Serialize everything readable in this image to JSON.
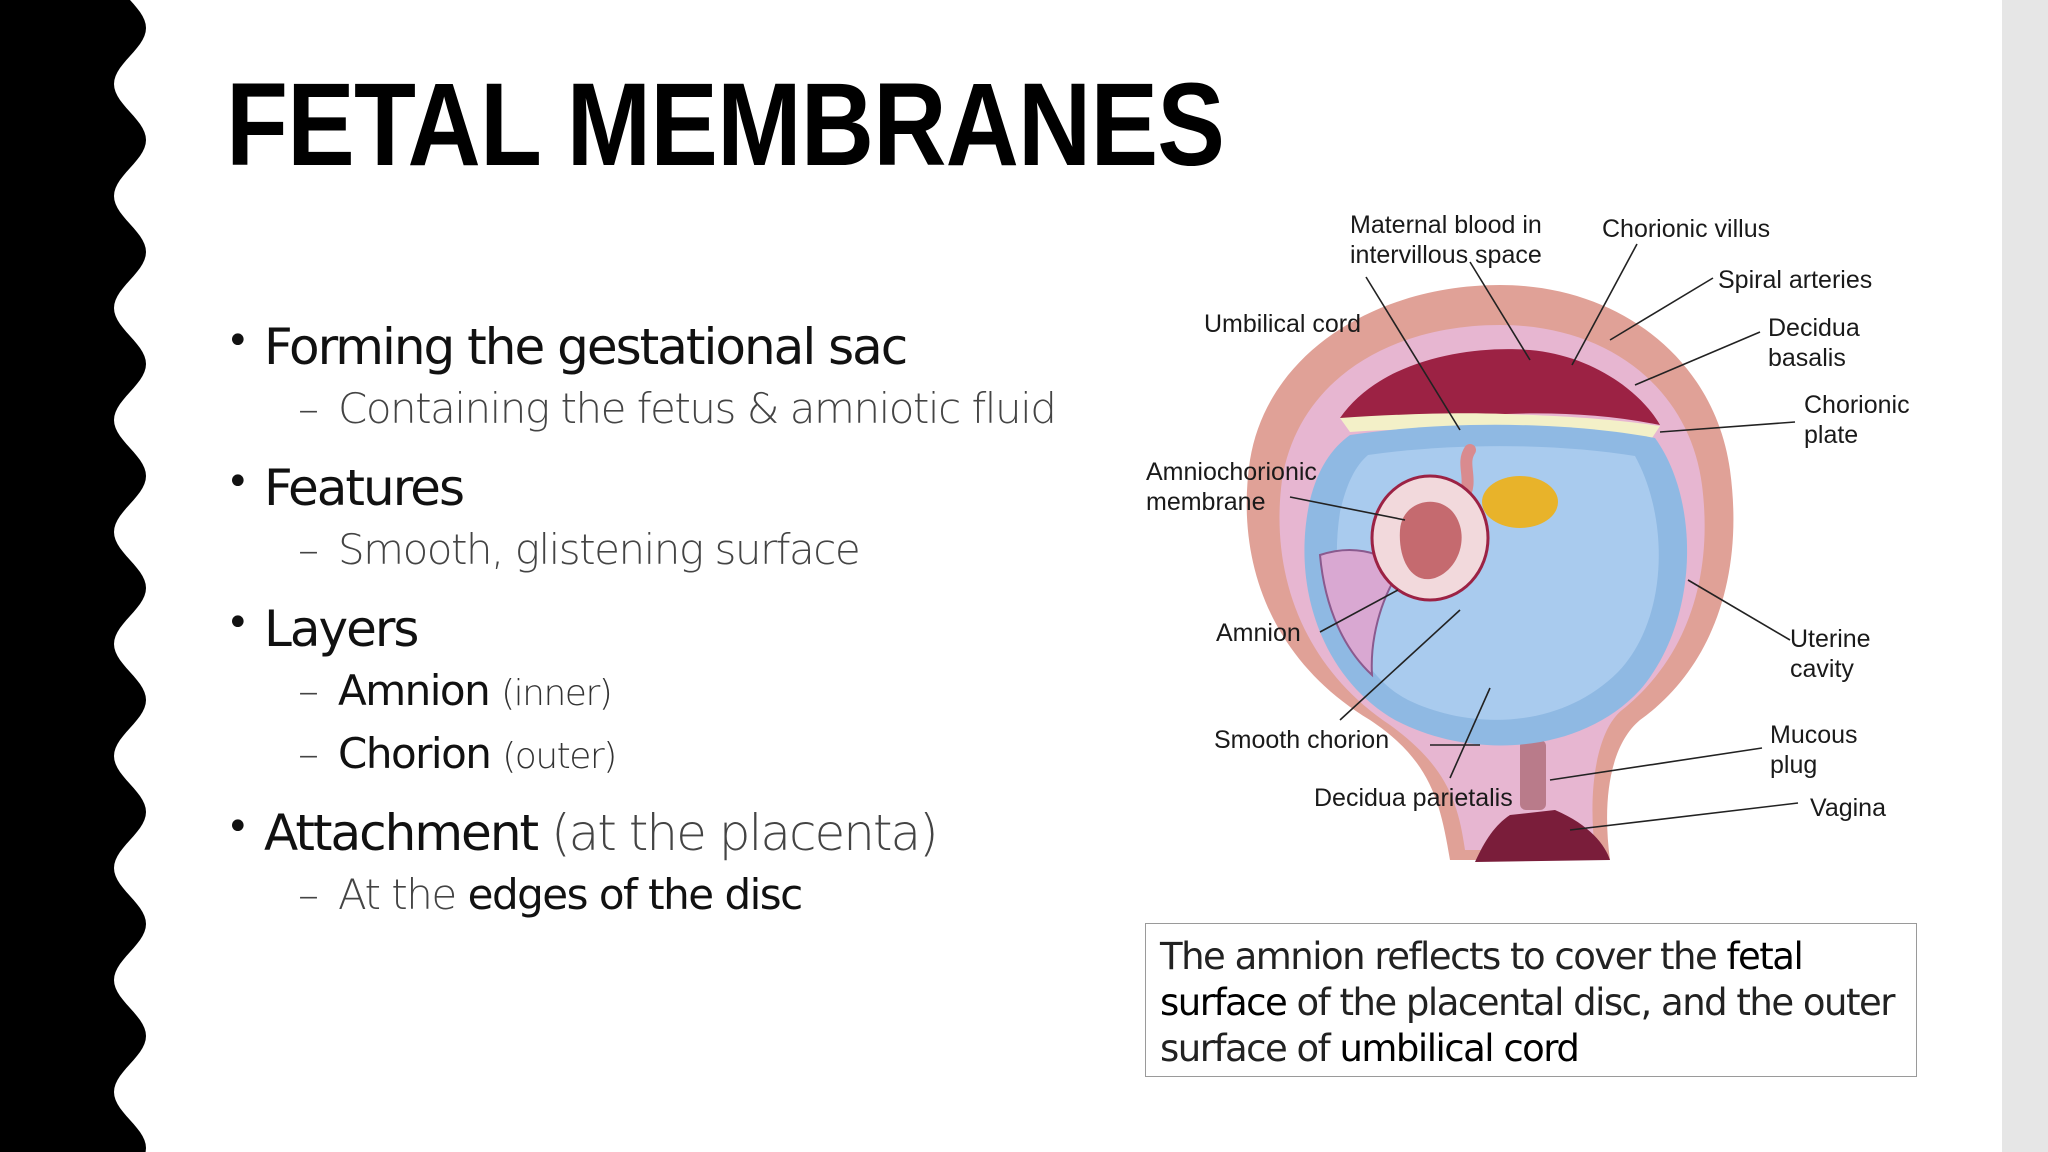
{
  "slide": {
    "title": "FETAL MEMBRANES",
    "bullets": [
      {
        "text": "Forming the gestational sac",
        "subs": [
          {
            "text": "Containing the fetus & amniotic fluid"
          }
        ]
      },
      {
        "text": "Features",
        "subs": [
          {
            "text": "Smooth, glistening surface"
          }
        ]
      },
      {
        "text": "Layers",
        "subs": [
          {
            "bold": "Amnion",
            "note": "(inner)"
          },
          {
            "bold": "Chorion",
            "note": "(outer)"
          }
        ]
      },
      {
        "bold": "Attachment",
        "note": "(at the placenta)",
        "subs": [
          {
            "prefix": "At the",
            "bold": "edges of the disc"
          }
        ]
      }
    ],
    "bullet_glyph": "•",
    "sub_glyph": "–"
  },
  "diagram": {
    "labels": {
      "maternal_blood_1": "Maternal blood in",
      "maternal_blood_2": "intervillous space",
      "chorionic_villus": "Chorionic villus",
      "spiral_arteries": "Spiral arteries",
      "umbilical_cord": "Umbilical cord",
      "decidua_basalis_1": "Decidua",
      "decidua_basalis_2": "basalis",
      "chorionic_plate_1": "Chorionic",
      "chorionic_plate_2": "plate",
      "amniochorionic_1": "Amniochorionic",
      "amniochorionic_2": "membrane",
      "amnion": "Amnion",
      "uterine_cavity_1": "Uterine",
      "uterine_cavity_2": "cavity",
      "smooth_chorion": "Smooth chorion",
      "mucous_plug_1": "Mucous",
      "mucous_plug_2": "plug",
      "decidua_parietalis": "Decidua parietalis",
      "vagina": "Vagina"
    },
    "colors": {
      "uterine_wall": "#e0a197",
      "decidua_parietalis": "#e7b6d1",
      "amniotic_fluid": "#8fb9e3",
      "placenta": "#9c2244",
      "yolk_sac": "#e8b32a",
      "embryo": "#c56a6f"
    }
  },
  "callout": {
    "p1": "The amnion reflects to cover the",
    "b1": "fetal surface",
    "p2": "of the placental disc, and the outer surface of",
    "b2": "umbilical cord"
  }
}
